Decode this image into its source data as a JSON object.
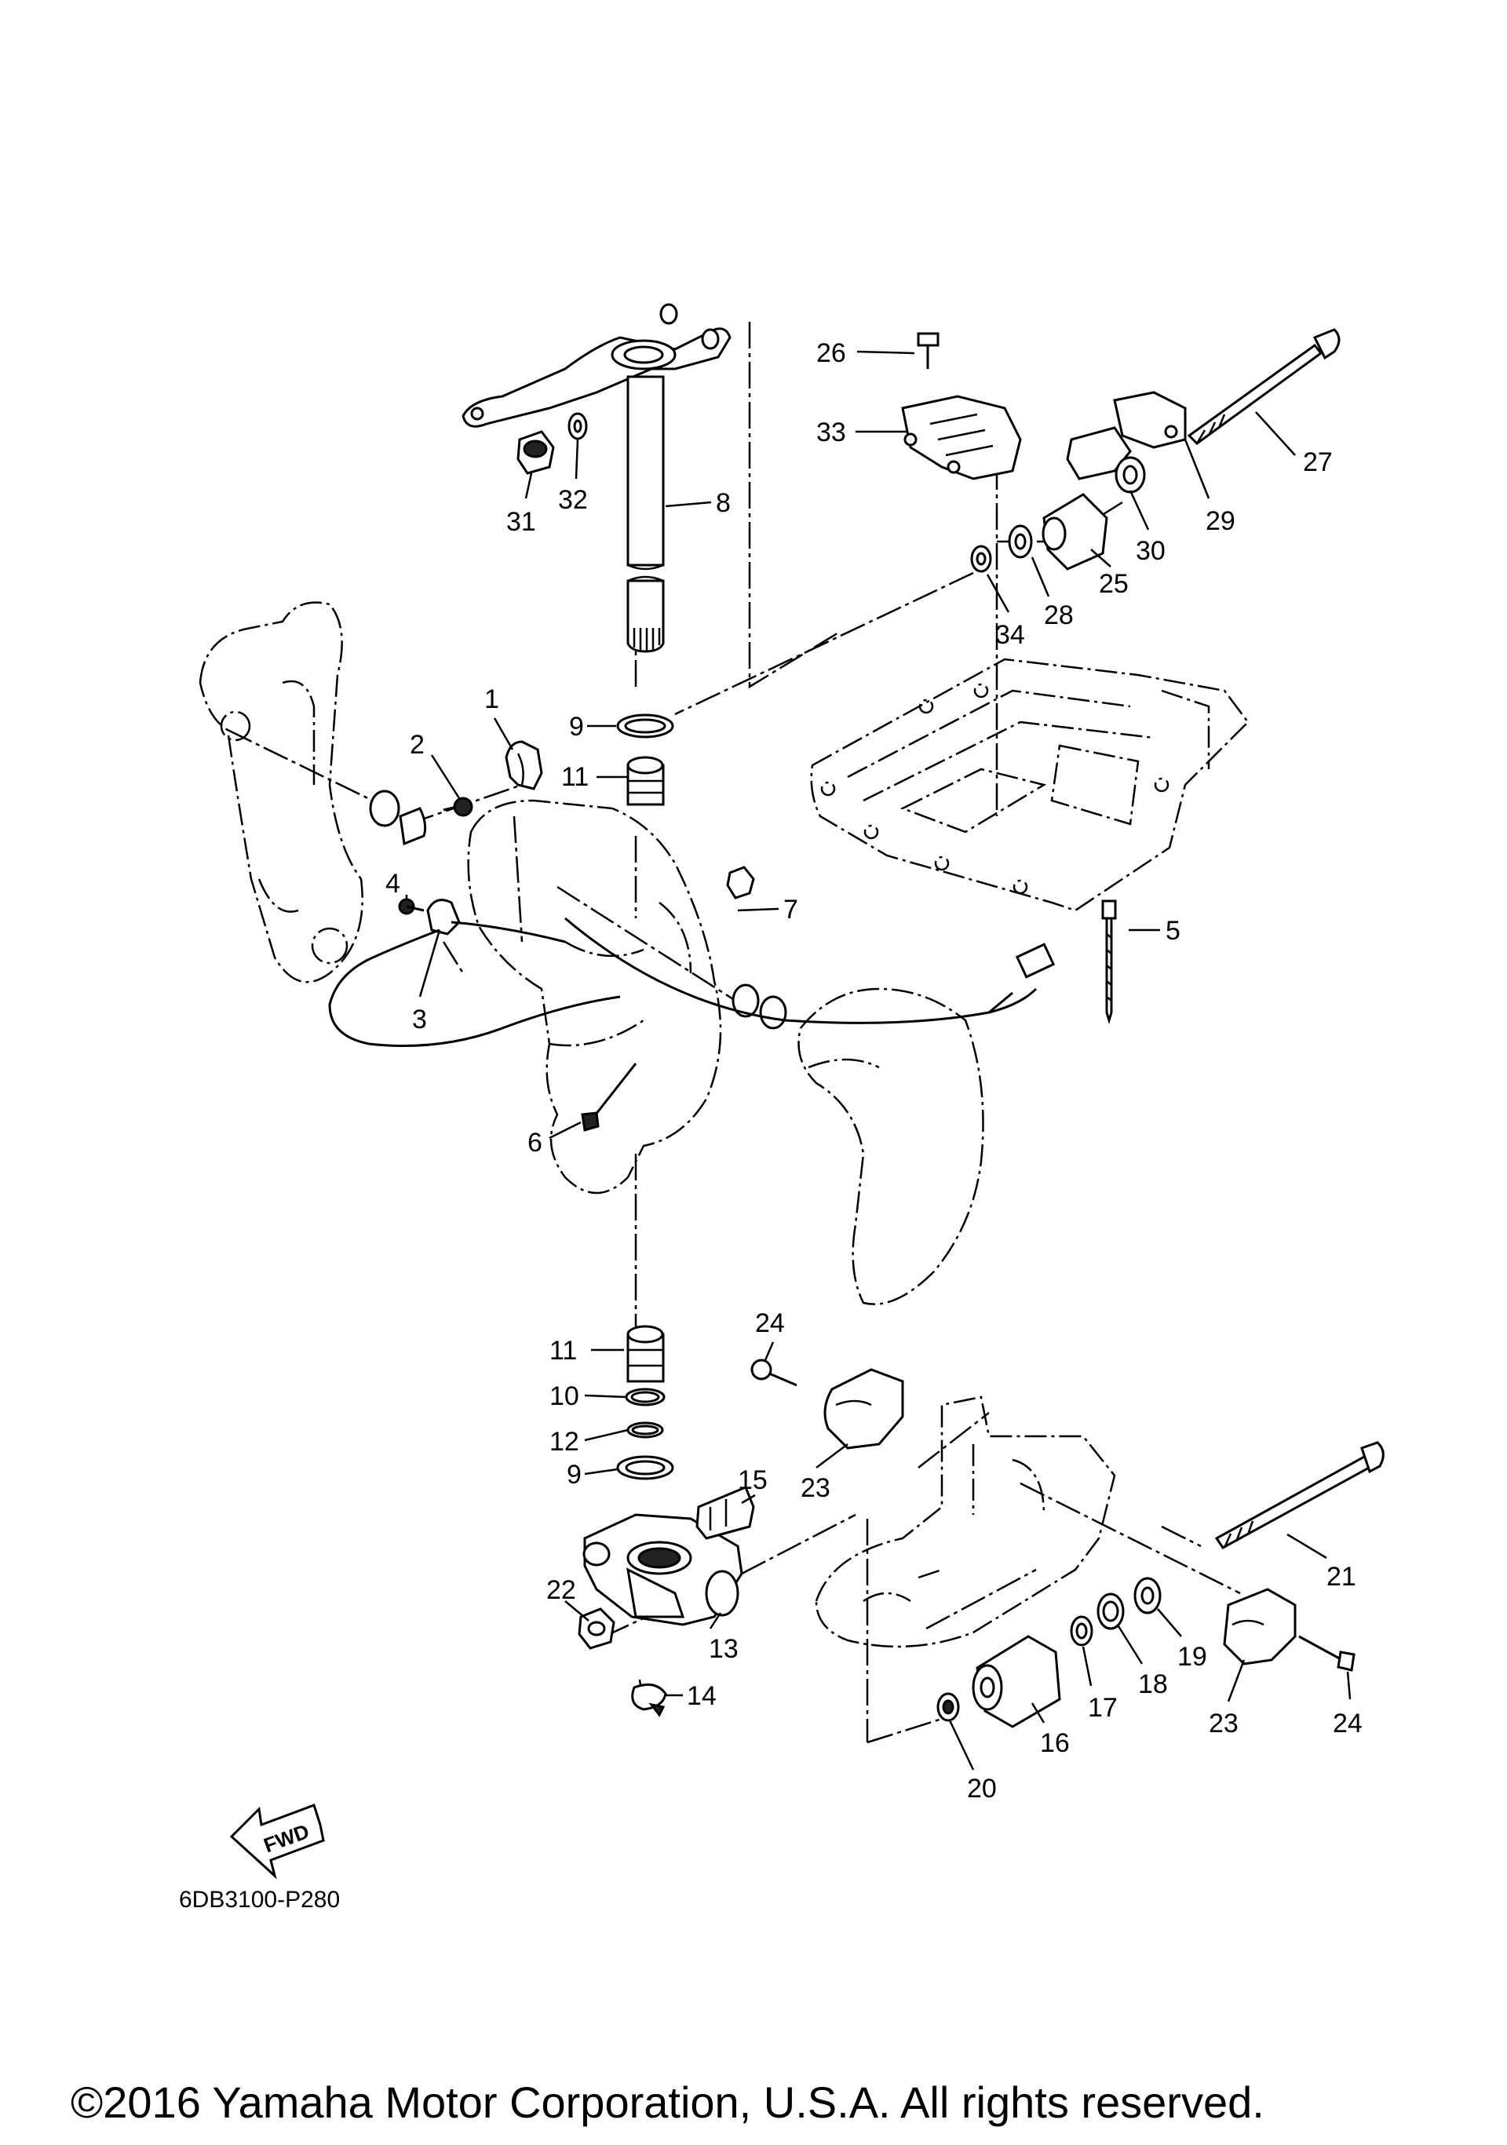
{
  "diagram": {
    "part_labels": {
      "p1": "1",
      "p2": "2",
      "p3": "3",
      "p4": "4",
      "p5": "5",
      "p6": "6",
      "p7": "7",
      "p8": "8",
      "p9a": "9",
      "p9b": "9",
      "p10": "10",
      "p11a": "11",
      "p11b": "11",
      "p12": "12",
      "p13": "13",
      "p14": "14",
      "p15": "15",
      "p16": "16",
      "p17": "17",
      "p18": "18",
      "p19": "19",
      "p20": "20",
      "p21": "21",
      "p22": "22",
      "p23a": "23",
      "p23b": "23",
      "p24a": "24",
      "p24b": "24",
      "p25": "25",
      "p26": "26",
      "p27": "27",
      "p28": "28",
      "p29": "29",
      "p30": "30",
      "p31": "31",
      "p32": "32",
      "p33": "33",
      "p34": "34"
    },
    "fwd_label": "FWD",
    "drawing_code": "6DB3100-P280",
    "copyright": "©2016 Yamaha Motor Corporation, U.S.A. All rights reserved."
  }
}
